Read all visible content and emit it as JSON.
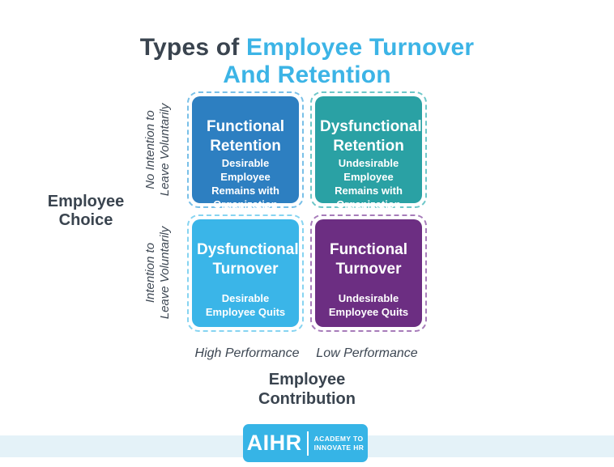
{
  "title": {
    "dark_part": "Types of ",
    "blue_part_line1": "Employee Turnover",
    "blue_part_line2": "And Retention",
    "dark_color": "#3a444f",
    "accent_color": "#3cb4e6"
  },
  "y_axis": {
    "title_line1": "Employee",
    "title_line2": "Choice",
    "top_label_line1": "No Intention to",
    "top_label_line2": "Leave Voluntarily",
    "bottom_label_line1": "Intention to",
    "bottom_label_line2": "Leave Voluntarily"
  },
  "x_axis": {
    "left_label": "High Performance",
    "right_label": "Low Performance",
    "title_line1": "Employee",
    "title_line2": "Contribution"
  },
  "quadrants": [
    {
      "heading": "Functional Retention",
      "body": "Desirable Employee Remains with Organization",
      "fill": "#2d7fc1",
      "border": "#79c0e8"
    },
    {
      "heading": "Dysfunctional Retention",
      "body": "Undesirable Employee Remains with Organization",
      "fill": "#2aa1a4",
      "border": "#6ec7c9"
    },
    {
      "heading": "Dysfunctional Turnover",
      "body": "Desirable Employee Quits",
      "fill": "#3ab5e8",
      "border": "#86d4f1"
    },
    {
      "heading": "Functional Turnover",
      "body": "Undesirable Employee Quits",
      "fill": "#6c2e82",
      "border": "#a77cba"
    }
  ],
  "footer": {
    "logo_text": "AIHR",
    "tagline_line1": "ACADEMY TO",
    "tagline_line2": "INNOVATE HR",
    "logo_color": "#36b4e6",
    "band_color": "#e4f2f8"
  }
}
